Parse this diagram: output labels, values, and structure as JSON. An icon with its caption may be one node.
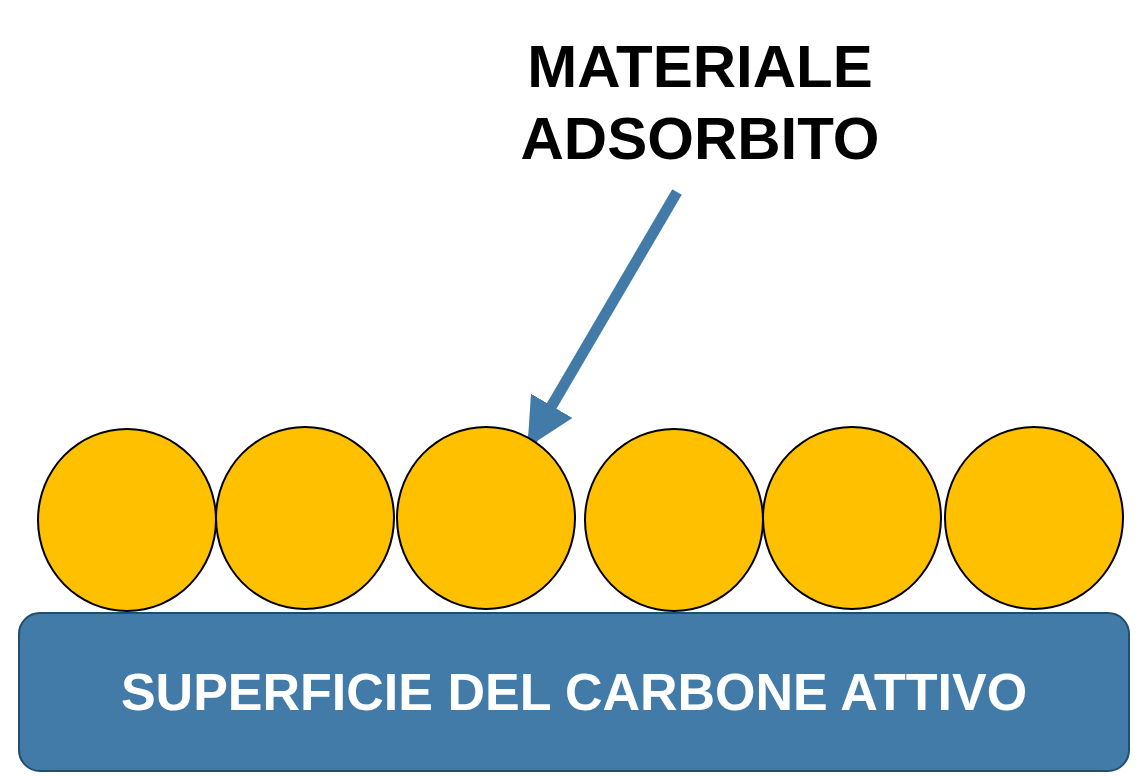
{
  "diagram": {
    "nodes": [
      {
        "text": [
          "MATERIALE ADSORBITO"
        ]
      },
      {
        "text": [],
        "shape": "circle"
      },
      {
        "text": [],
        "shape": "circle"
      },
      {
        "text": [],
        "shape": "circle"
      },
      {
        "text": [],
        "shape": "circle"
      },
      {
        "text": [],
        "shape": "circle"
      },
      {
        "text": [],
        "shape": "circle"
      },
      {
        "text": [
          "SUPERFICIE DEL CARBONE ATTIVO"
        ]
      }
    ],
    "edges": [
      {
        "from": 0,
        "to": 3,
        "arrow": "to"
      }
    ]
  }
}
